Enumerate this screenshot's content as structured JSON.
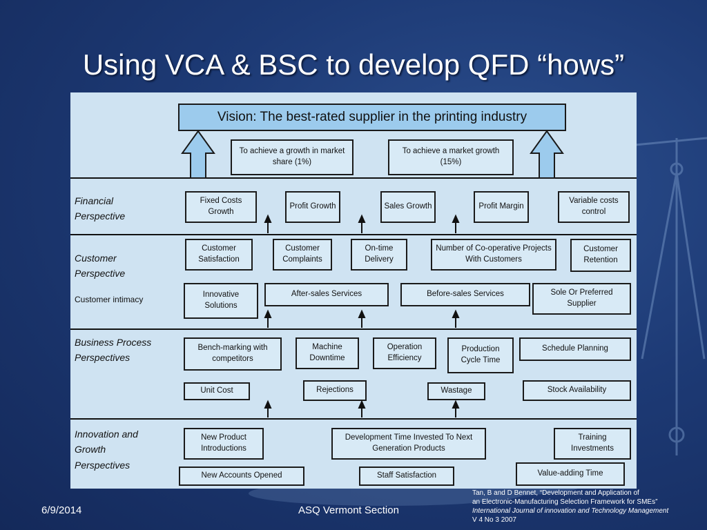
{
  "slide": {
    "title": "Using VCA & BSC to develop QFD “hows”",
    "footer_date": "6/9/2014",
    "footer_center": "ASQ Vermont Section",
    "citation": {
      "line1": "Tan, B and D Bennet, “Development and Application of",
      "line2": "an Electronic-Manufacturing Selection Framework  for SMEs”",
      "line3": "International Journal of innovation and Technology Management",
      "line4": "V 4 No 3 2007"
    }
  },
  "diagram": {
    "vision": "Vision: The best-rated supplier in the printing industry",
    "goals": [
      "To achieve a growth in market share (1%)",
      "To achieve a market growth (15%)"
    ],
    "perspectives": {
      "financial": {
        "label_1": "Financial",
        "label_2": "Perspective"
      },
      "customer": {
        "label_1": "Customer",
        "label_2": "Perspective",
        "sub": "Customer intimacy"
      },
      "business": {
        "label_1": "Business Process",
        "label_2": "Perspectives"
      },
      "innovation": {
        "label_1": "Innovation and",
        "label_2": "Growth",
        "label_3": "Perspectives"
      }
    },
    "financial_boxes": [
      "Fixed Costs Growth",
      "Profit Growth",
      "Sales Growth",
      "Profit Margin",
      "Variable costs control"
    ],
    "customer_boxes_row1": [
      "Customer Satisfaction",
      "Customer Complaints",
      "On-time Delivery",
      "Number of Co-operative Projects With Customers",
      "Customer Retention"
    ],
    "customer_boxes_row2": [
      "Innovative Solutions",
      "After-sales Services",
      "Before-sales Services",
      "Sole Or Preferred Supplier"
    ],
    "business_boxes_row1": [
      "Bench-marking with competitors",
      "Machine Downtime",
      "Operation Efficiency",
      "Production Cycle Time",
      "Schedule Planning"
    ],
    "business_boxes_row2": [
      "Unit Cost",
      "Rejections",
      "Wastage",
      "Stock Availability"
    ],
    "innovation_boxes_row1": [
      "New Product Introductions",
      "Development Time Invested To Next Generation Products",
      "Training Investments"
    ],
    "innovation_boxes_row2": [
      "New Accounts Opened",
      "Staff Satisfaction",
      "Value-adding Time"
    ]
  }
}
